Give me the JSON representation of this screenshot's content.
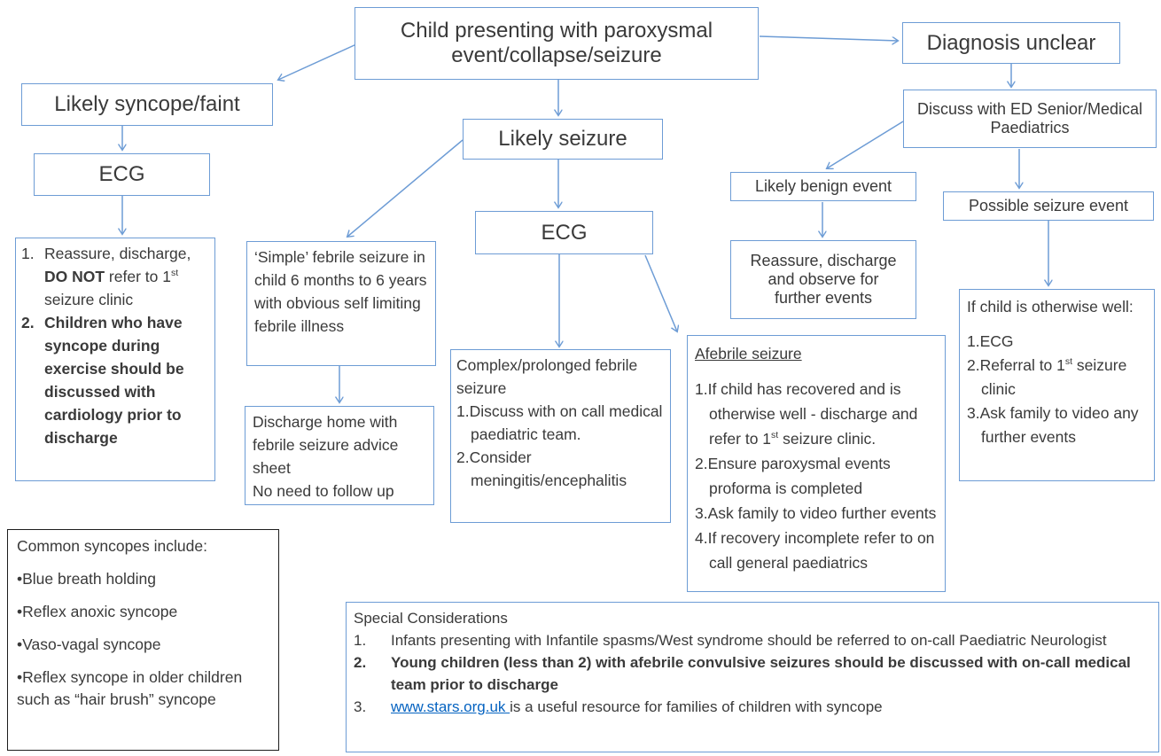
{
  "colors": {
    "box_border": "#6d9cd5",
    "arrow": "#6d9cd5",
    "text": "#3a3a3a",
    "black_box_border": "#1d1d1d",
    "link": "#0563c1"
  },
  "boxes": {
    "root": {
      "text": "Child presenting with paroxysmal event/collapse/seizure"
    },
    "diagnosis_unclear": {
      "text": "Diagnosis unclear"
    },
    "likely_syncope": {
      "text": "Likely syncope/faint"
    },
    "ecg_left": {
      "text": "ECG"
    },
    "syncope_actions": {
      "num1": "1.",
      "item1_pre": "Reassure, discharge, ",
      "item1_bold": "DO NOT",
      "item1_mid": " refer to 1",
      "item1_sup": "st",
      "item1_post": " seizure clinic",
      "num2": "2.",
      "item2": "Children who have syncope during exercise should be discussed with cardiology prior to discharge"
    },
    "likely_seizure": {
      "text": "Likely seizure"
    },
    "ecg_mid": {
      "text": "ECG"
    },
    "simple_febrile": {
      "text": "‘Simple’ febrile seizure in child 6 months to 6 years with obvious self limiting febrile illness"
    },
    "discharge_home": {
      "line1": "Discharge home with febrile seizure advice sheet",
      "line2": "No need to follow up"
    },
    "complex_febrile": {
      "title": "Complex/prolonged febrile seizure",
      "item1": "1.Discuss with on call medical paediatric team.",
      "item2": "2.Consider meningitis/encephalitis"
    },
    "afebrile": {
      "title": "Afebrile seizure",
      "item1_pre": "1.If child has recovered and is otherwise well - discharge and refer to 1",
      "item1_sup": "st",
      "item1_post": " seizure clinic.",
      "item2": "2.Ensure paroxysmal events proforma is completed",
      "item3": "3.Ask family to video further events",
      "item4": "4.If recovery incomplete refer to on call general paediatrics"
    },
    "discuss_ed": {
      "text": "Discuss with ED Senior/Medical Paediatrics"
    },
    "likely_benign": {
      "text": "Likely benign event"
    },
    "possible_seizure": {
      "text": "Possible seizure event"
    },
    "reassure_observe": {
      "text": "Reassure, discharge and observe for further events"
    },
    "otherwise_well": {
      "intro": "If child is otherwise well:",
      "item1": "1.ECG",
      "item2_pre": "2.Referral to 1",
      "item2_sup": "st",
      "item2_post": " seizure clinic",
      "item3": "3.Ask family to video any further events"
    },
    "common_syncopes": {
      "title": "Common syncopes include:",
      "item1": "•Blue breath holding",
      "item2": "•Reflex anoxic syncope",
      "item3": "•Vaso-vagal syncope",
      "item4": "•Reflex syncope in older children such as “hair brush” syncope"
    },
    "special": {
      "title": "Special Considerations",
      "num1": "1.",
      "item1": "Infants presenting with Infantile spasms/West syndrome should be referred to on-call Paediatric Neurologist",
      "num2": "2.",
      "item2": "Young children (less than 2) with afebrile convulsive seizures should be discussed with on-call medical team prior to discharge",
      "num3": "3.",
      "item3_link": "www.stars.org.uk ",
      "item3_rest": "is a useful resource for families of children with syncope"
    }
  }
}
